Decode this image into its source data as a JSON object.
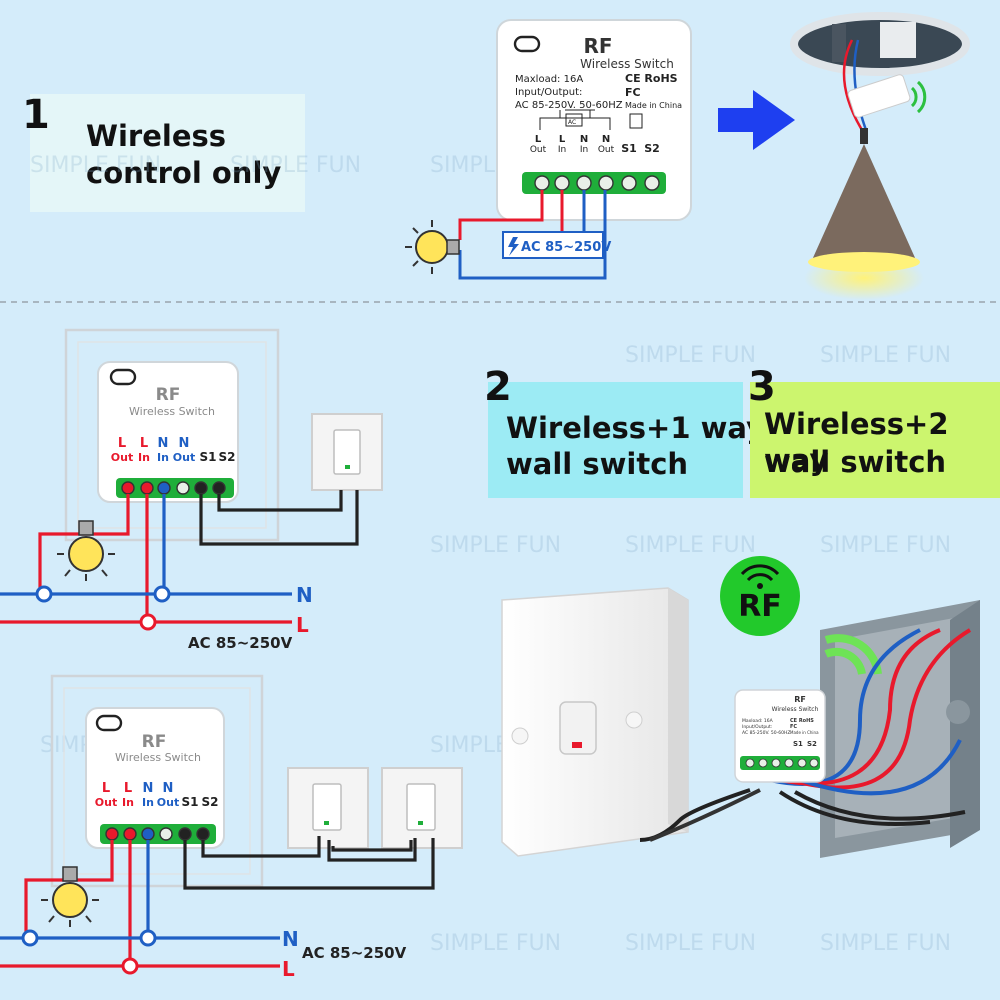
{
  "sections": {
    "s1": {
      "number": "1",
      "line1": "Wireless",
      "line2": "control only"
    },
    "s2": {
      "number": "2",
      "line1": "Wireless+1 way",
      "line2": "wall switch"
    },
    "s3": {
      "number": "3",
      "line1": "Wireless+2 way",
      "line2": "wall switch"
    }
  },
  "module": {
    "rf": "RF",
    "name": "Wireless Switch",
    "maxload": "Maxload: 16A",
    "io": "Input/Output:",
    "ac": "AC 85-250V. 50-60HZ",
    "ce": "CE RoHS",
    "fc": "FC",
    "made": "Made in China",
    "ac_small": "AC",
    "terminals": [
      {
        "top": "L",
        "bottom": "Out"
      },
      {
        "top": "L",
        "bottom": "In"
      },
      {
        "top": "N",
        "bottom": "In"
      },
      {
        "top": "N",
        "bottom": "Out"
      },
      {
        "top": "S1",
        "bottom": ""
      },
      {
        "top": "S2",
        "bottom": ""
      }
    ]
  },
  "labels": {
    "ac_range": "AC 85~250V",
    "neutral": "N",
    "live": "L",
    "rf_badge": "RF",
    "brand": "SIMPLE FUN"
  },
  "colors": {
    "bg": "#d4ecfa",
    "red": "#e8192c",
    "blue": "#1f5fc4",
    "green": "#1fae3a",
    "arrow": "#1e3ff0"
  }
}
